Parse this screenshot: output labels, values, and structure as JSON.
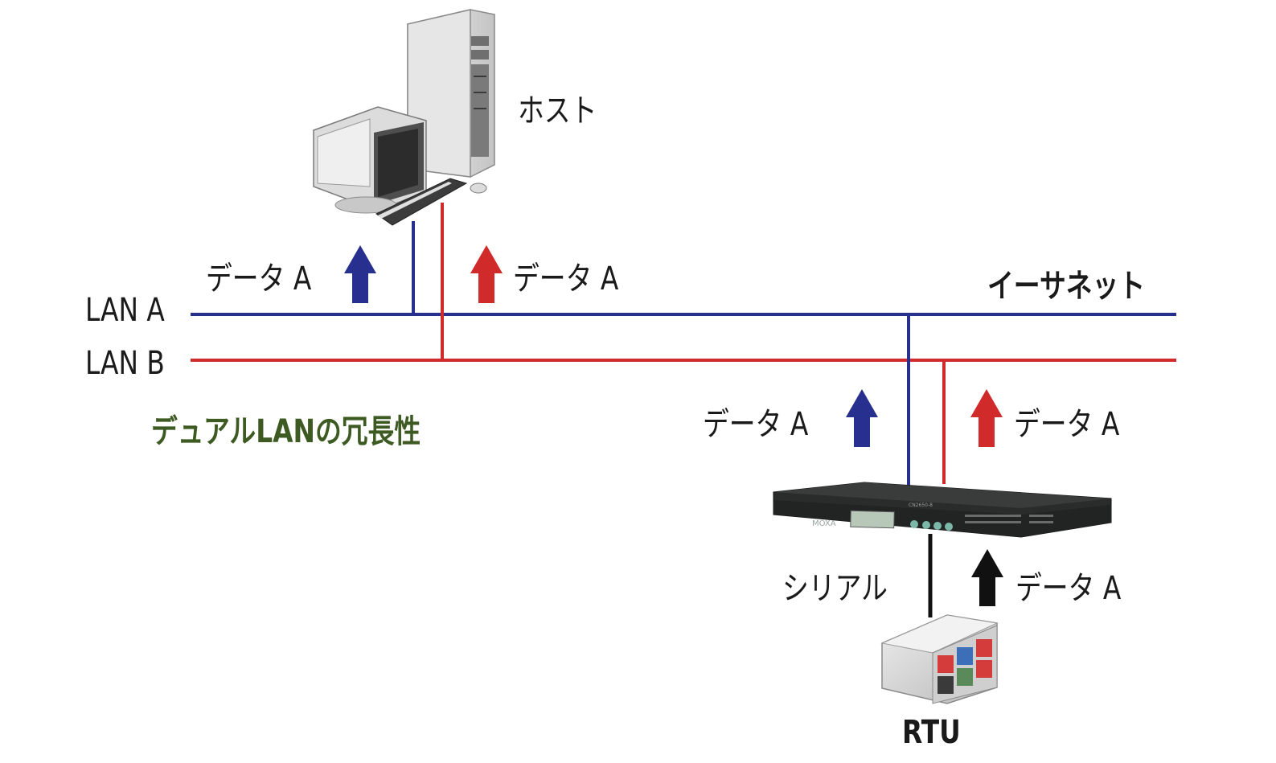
{
  "labels": {
    "host": "ホスト",
    "ethernet": "イーサネット",
    "lan_a": "LAN A",
    "lan_b": "LAN B",
    "feature": "デュアルLANの冗長性",
    "data_host_blue": "データ A",
    "data_host_red": "データ A",
    "data_dev_blue": "データ A",
    "data_dev_red": "データ A",
    "serial": "シリアル",
    "data_serial": "データ A",
    "rtu": "RTU",
    "device_brand": "MOXA",
    "device_model": "CN2650-8"
  },
  "colors": {
    "lan_a": "#28308f",
    "lan_b": "#d02a2a",
    "serial_line": "#111111",
    "feature_text": "#3d5a22",
    "text": "#1a1a1a"
  },
  "icons": {
    "host": "desktop-computer-icon",
    "device": "serial-device-server-icon",
    "rtu": "rtu-chassis-icon"
  }
}
